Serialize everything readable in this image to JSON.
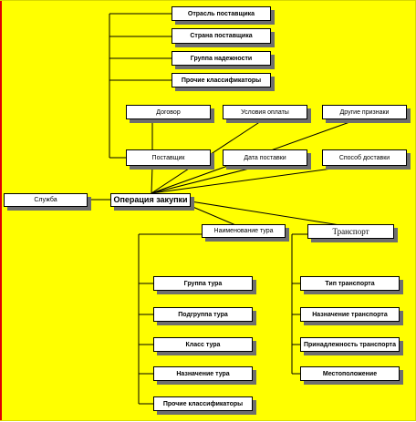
{
  "diagram": {
    "nodes": {
      "supplier_industry": "Отрасль поставщика",
      "supplier_country": "Страна поставщика",
      "reliability_group": "Группа надежности",
      "other_classifiers_top": "Прочие классификаторы",
      "contract": "Договор",
      "payment_terms": "Условия оплаты",
      "other_attributes": "Другие признаки",
      "supplier": "Поставщик",
      "delivery_date": "Дата поставки",
      "delivery_method": "Способ доставки",
      "service": "Служба",
      "purchase_operation": "Операция закупки",
      "goods_name": "Наименование тура",
      "transport": "Транспорт",
      "goods_group": "Группа тура",
      "goods_subgroup": "Подгруппа тура",
      "goods_class": "Класс тура",
      "goods_purpose": "Назначение тура",
      "other_classifiers_bottom": "Прочие классификаторы",
      "transport_type": "Тип транспорта",
      "transport_purpose": "Назначение транспорта",
      "transport_ownership": "Принадлежность транспорта",
      "location": "Местоположение"
    }
  }
}
